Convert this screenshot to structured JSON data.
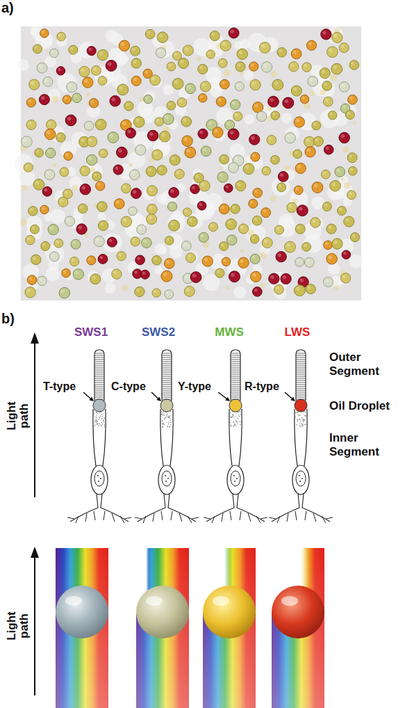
{
  "diagram": {
    "labels": [
      "a)",
      "b)",
      "SWS1",
      "SWS2",
      "MWS",
      "LWS",
      "Outer Segment",
      "Light path",
      "T-type",
      "C-type",
      "Y-type",
      "R-type",
      "Oil Droplet",
      "Inner Segment",
      "Light path"
    ]
  }
}
